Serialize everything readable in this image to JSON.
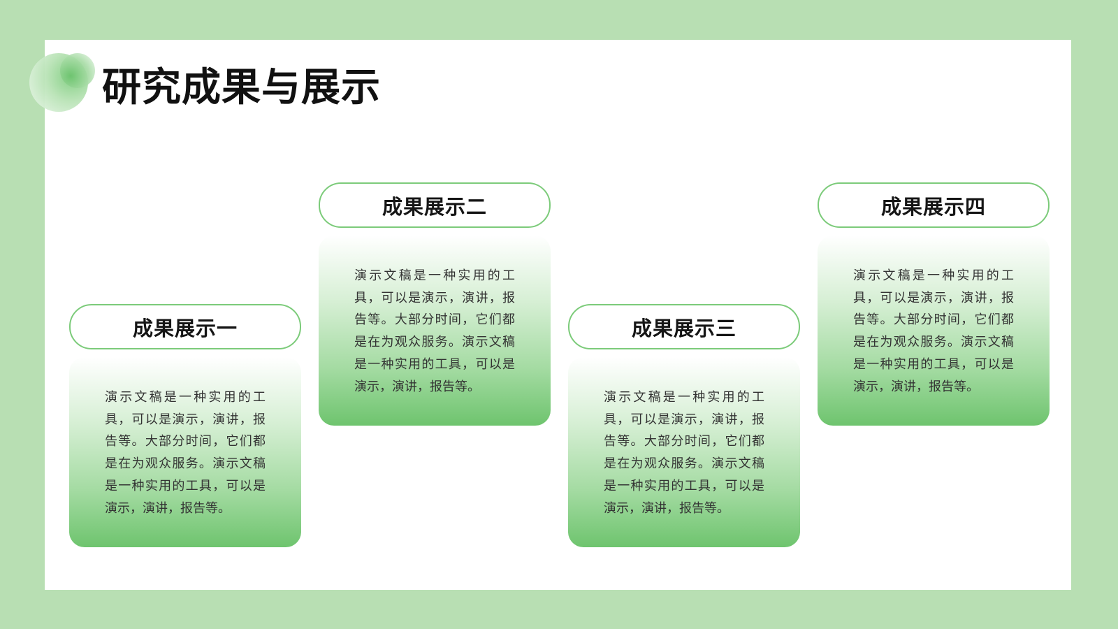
{
  "slide": {
    "title": "研究成果与展示",
    "colors": {
      "frame": "#b8dfb3",
      "accent": "#7ccb7a",
      "gradient_end": "#6ec46e"
    }
  },
  "cards": [
    {
      "title": "成果展示一",
      "text": "演示文稿是一种实用的工具，可以是演示，演讲，报告等。大部分时间，它们都是在为观众服务。演示文稿是一种实用的工具，可以是演示，演讲，报告等。"
    },
    {
      "title": "成果展示二",
      "text": "演示文稿是一种实用的工具，可以是演示，演讲，报告等。大部分时间，它们都是在为观众服务。演示文稿是一种实用的工具，可以是演示，演讲，报告等。"
    },
    {
      "title": "成果展示三",
      "text": "演示文稿是一种实用的工具，可以是演示，演讲，报告等。大部分时间，它们都是在为观众服务。演示文稿是一种实用的工具，可以是演示，演讲，报告等。"
    },
    {
      "title": "成果展示四",
      "text": "演示文稿是一种实用的工具，可以是演示，演讲，报告等。大部分时间，它们都是在为观众服务。演示文稿是一种实用的工具，可以是演示，演讲，报告等。"
    }
  ]
}
